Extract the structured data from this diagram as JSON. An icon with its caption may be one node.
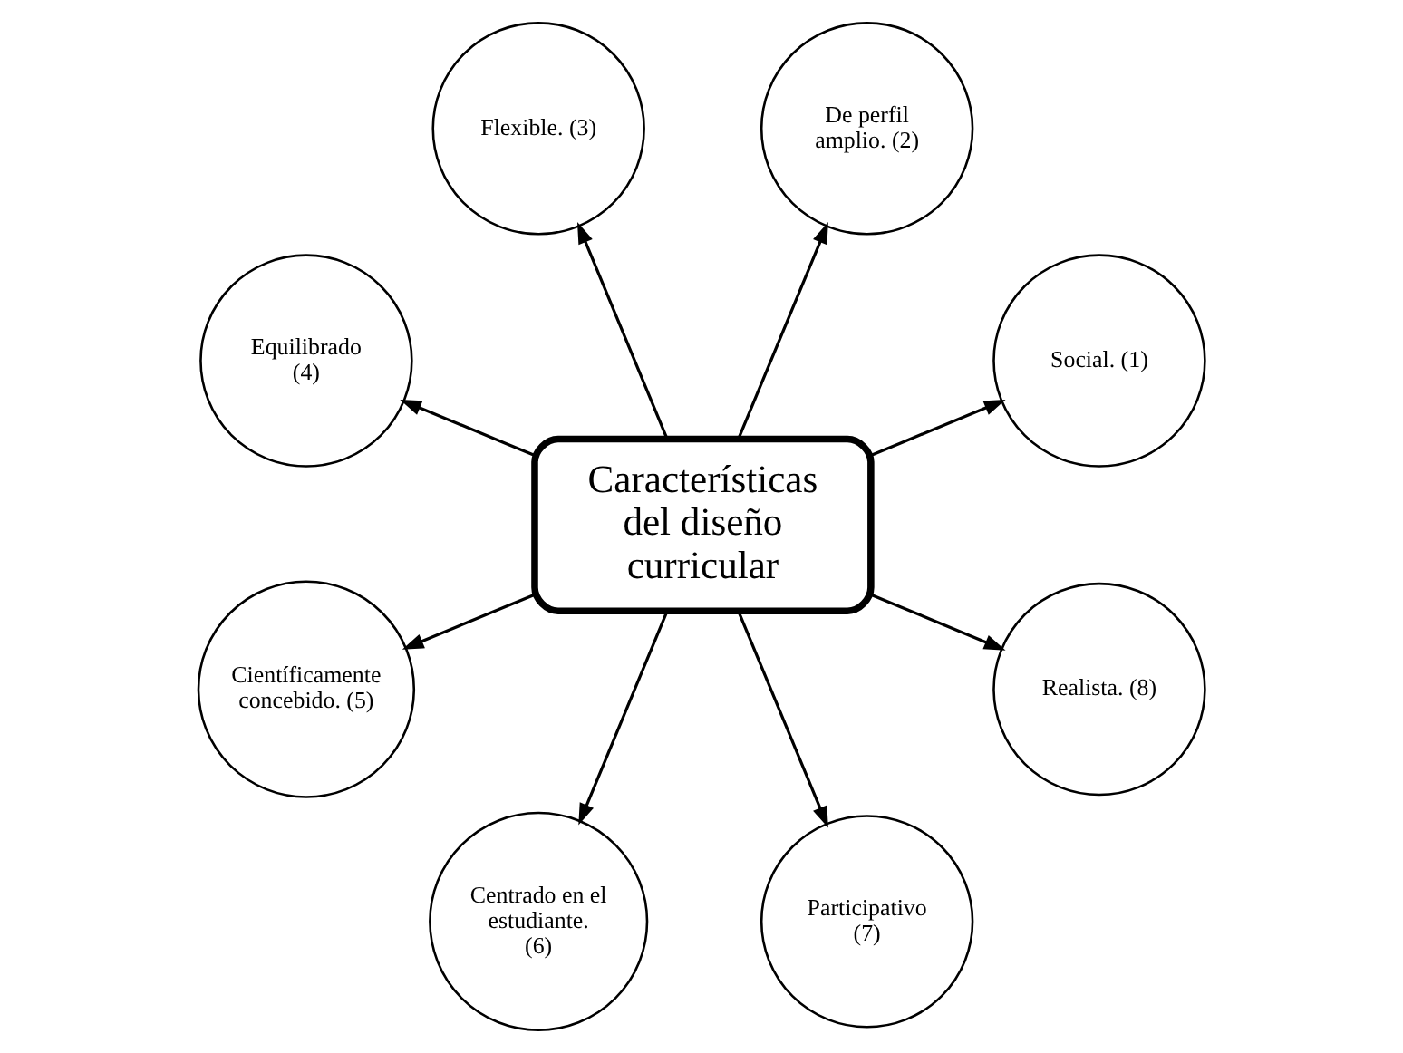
{
  "diagram": {
    "nodes": [
      {
        "text": [
          "Características del diseño curricular"
        ]
      },
      {
        "text": [
          "Social. (1)"
        ]
      },
      {
        "text": [
          "De perfil amplio. (2)"
        ]
      },
      {
        "text": [
          "Flexible. (3)"
        ]
      },
      {
        "text": [
          "Equilibrado (4)"
        ]
      },
      {
        "text": [
          "Científicamente concebido. (5)"
        ]
      },
      {
        "text": [
          "Centrado en el estudiante. (6)"
        ]
      },
      {
        "text": [
          "Participativo (7)"
        ]
      },
      {
        "text": [
          "Realista. (8)"
        ]
      }
    ],
    "edges": [
      {
        "from": 0,
        "to": 1,
        "arrow": "to"
      },
      {
        "from": 0,
        "to": 2,
        "arrow": "to"
      },
      {
        "from": 0,
        "to": 3,
        "arrow": "to"
      },
      {
        "from": 0,
        "to": 4,
        "arrow": "to"
      },
      {
        "from": 0,
        "to": 5,
        "arrow": "to"
      },
      {
        "from": 0,
        "to": 6,
        "arrow": "to"
      },
      {
        "from": 0,
        "to": 7,
        "arrow": "to"
      },
      {
        "from": 0,
        "to": 8,
        "arrow": "to"
      }
    ]
  }
}
